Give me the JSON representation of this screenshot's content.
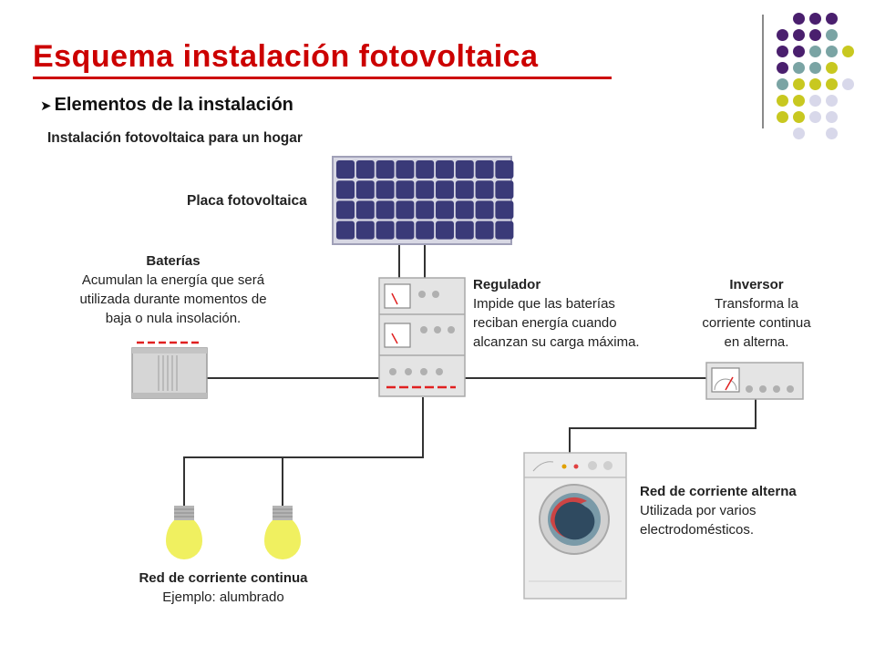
{
  "slide": {
    "title": "Esquema instalación fotovoltaica",
    "subtitle": "Elementos de la instalación"
  },
  "diagram": {
    "heading": "Instalación fotovoltaica para un hogar",
    "panel_label": "Placa fotovoltaica",
    "batteries": {
      "title": "Baterías",
      "line1": "Acumulan la energía que será",
      "line2": "utilizada durante momentos de",
      "line3": "baja o nula insolación."
    },
    "regulator": {
      "title": "Regulador",
      "line1": "Impide que las baterías",
      "line2": "reciban energía cuando",
      "line3": "alcanzan su carga máxima."
    },
    "inverter": {
      "title": "Inversor",
      "line1": "Transforma la",
      "line2": "corriente continua",
      "line3": "en alterna."
    },
    "ac_network": {
      "title": "Red de corriente alterna",
      "line1": "Utilizada por varios",
      "line2": "electrodomésticos."
    },
    "dc_network": {
      "title": "Red de corriente continua",
      "line1": "Ejemplo: alumbrado"
    }
  },
  "colors": {
    "title_red": "#cc0000",
    "dot_purple": "#4a1f6e",
    "dot_teal": "#7aa4a4",
    "dot_lime": "#c8c820",
    "dot_lavender": "#d8d8ea",
    "panel_cell": "#3a3a78",
    "bulb_yellow": "#f0f060",
    "wire": "#333333",
    "polarity_red": "#e02020"
  },
  "icons": [
    "right-arrow-bullet-icon",
    "solar-panel-icon",
    "battery-icon",
    "regulator-icon",
    "inverter-icon",
    "washing-machine-icon",
    "light-bulb-icon"
  ]
}
